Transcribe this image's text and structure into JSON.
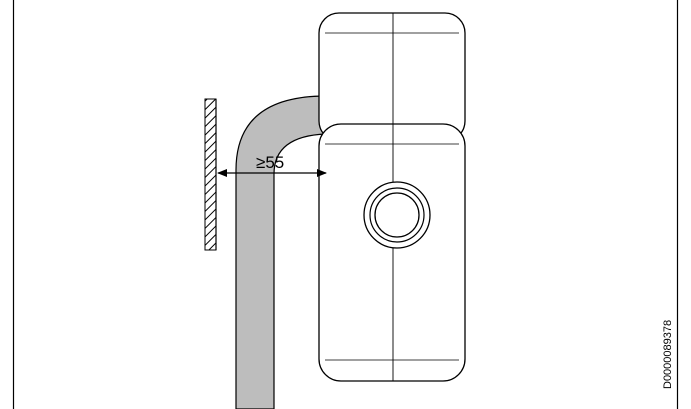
{
  "dimension": {
    "label": "≥55"
  },
  "document_id": "D0000089378",
  "colors": {
    "pipe_fill": "#bdbdbd",
    "outline": "#000000",
    "background": "#ffffff",
    "frame": "#000000"
  },
  "icons": {
    "wall": "hatched-wall",
    "pipe": "bent-pipe",
    "unit": "wall-mounted-unit",
    "connector": "round-port"
  }
}
